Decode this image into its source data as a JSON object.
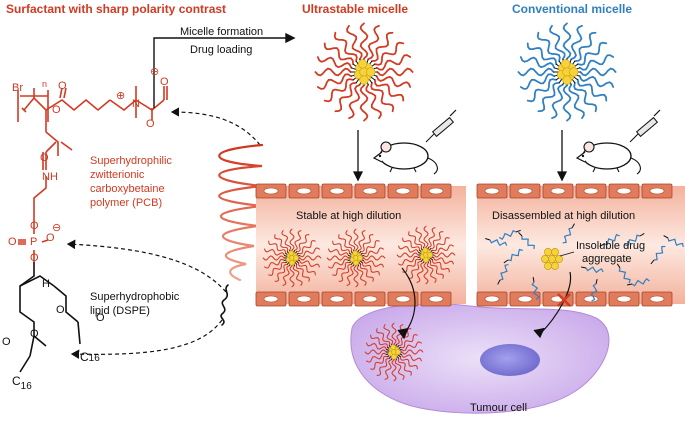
{
  "headings": {
    "surfactant": "Surfactant with sharp polarity contrast",
    "ultrastable": "Ultrastable micelle",
    "conventional": "Conventional micelle"
  },
  "process": {
    "line1": "Micelle formation",
    "line2": "Drug loading"
  },
  "pcb_label": [
    "Superhydrophilic",
    "zwitterionic",
    "carboxybetaine",
    "polymer (PCB)"
  ],
  "dspe_label": [
    "Superhydrophobic",
    "lipid (DSPE)"
  ],
  "atoms": {
    "br": "Br",
    "n_sub": "n",
    "n_plus": "N",
    "plus": "⊕",
    "minus": "⊖",
    "o": "O",
    "nh": "NH",
    "p": "P",
    "h": "H",
    "c": "C",
    "sub16": "16"
  },
  "vessel_left": "Stable at high dilution",
  "vessel_right": "Disassembled at high dilution",
  "aggregate": [
    "Insoluble drug",
    "aggregate"
  ],
  "tumour": "Tumour cell",
  "colors": {
    "red": "#d23a22",
    "blue": "#2f7fc1",
    "vessel": "#f6c9b8",
    "cell_wall": "#d86f52",
    "tumour": "#d9c2ef",
    "nucleus": "#8a86dd",
    "core": "#f7d33a"
  },
  "icons": [
    "mouse-icon",
    "syringe-icon",
    "micelle-icon",
    "cross-icon"
  ]
}
